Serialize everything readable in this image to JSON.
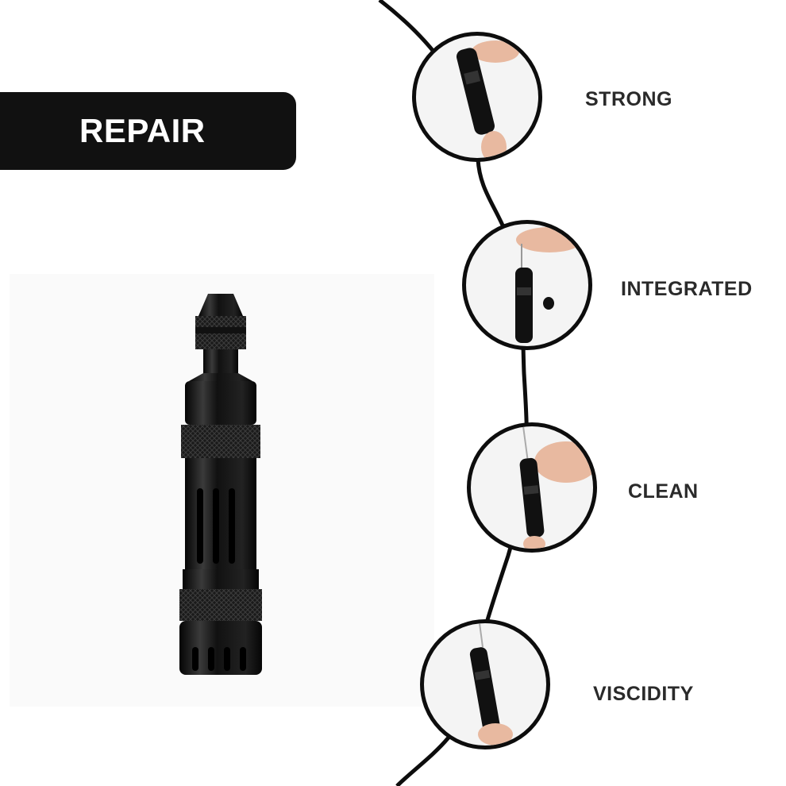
{
  "banner": {
    "label": "REPAIR"
  },
  "features": [
    {
      "label": "STRONG",
      "icon": "pin-vise-held-icon"
    },
    {
      "label": "INTEGRATED",
      "icon": "pin-vise-bit-insert-icon"
    },
    {
      "label": "CLEAN",
      "icon": "pin-vise-cleaning-icon"
    },
    {
      "label": "VISCIDITY",
      "icon": "pin-vise-drilling-icon"
    }
  ],
  "colors": {
    "tool": "#0d0d0d",
    "banner": "#111111",
    "label": "#2a2a2a",
    "skin": "#e8b9a0"
  }
}
